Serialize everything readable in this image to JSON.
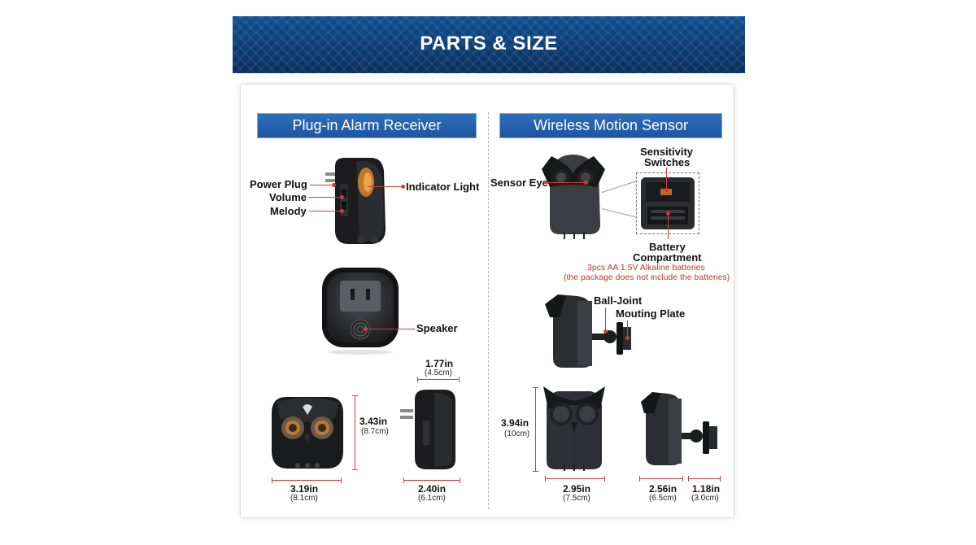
{
  "header": {
    "title": "PARTS & SIZE"
  },
  "receiver": {
    "label": "Plug-in Alarm Receiver",
    "callouts": {
      "power_plug": "Power Plug",
      "volume": "Volume",
      "melody": "Melody",
      "indicator_light": "Indicator Light",
      "speaker": "Speaker"
    },
    "dimensions": {
      "depth": {
        "in": "1.77in",
        "cm": "(4.5cm)"
      },
      "height": {
        "in": "3.43in",
        "cm": "(8.7cm)"
      },
      "width": {
        "in": "3.19in",
        "cm": "(8.1cm)"
      },
      "side_width": {
        "in": "2.40in",
        "cm": "(6.1cm)"
      }
    }
  },
  "sensor": {
    "label": "Wireless Motion Sensor",
    "callouts": {
      "sensor_eye": "Sensor Eye",
      "sensitivity_switches_line1": "Sensitivity",
      "sensitivity_switches_line2": "Switches",
      "battery_compartment_line1": "Battery",
      "battery_compartment_line2": "Compartment",
      "battery_note_line1": "3pcs AA 1.5V Alkaline batteries",
      "battery_note_line2": "(the package does not include the batteries)",
      "ball_joint": "Ball-Joint",
      "mounting_plate": "Mouting Plate"
    },
    "dimensions": {
      "height": {
        "in": "3.94in",
        "cm": "(10cm)"
      },
      "width": {
        "in": "2.95in",
        "cm": "(7.5cm)"
      },
      "depth": {
        "in": "2.56in",
        "cm": "(6.5cm)"
      },
      "plate": {
        "in": "1.18in",
        "cm": "(3.0cm)"
      }
    }
  },
  "colors": {
    "banner": "#0b3d75",
    "label_blue": "#1d55a0",
    "dimension_red": "#d23b3b",
    "device_black": "#1c1c1e",
    "device_gray": "#3a3d42"
  }
}
